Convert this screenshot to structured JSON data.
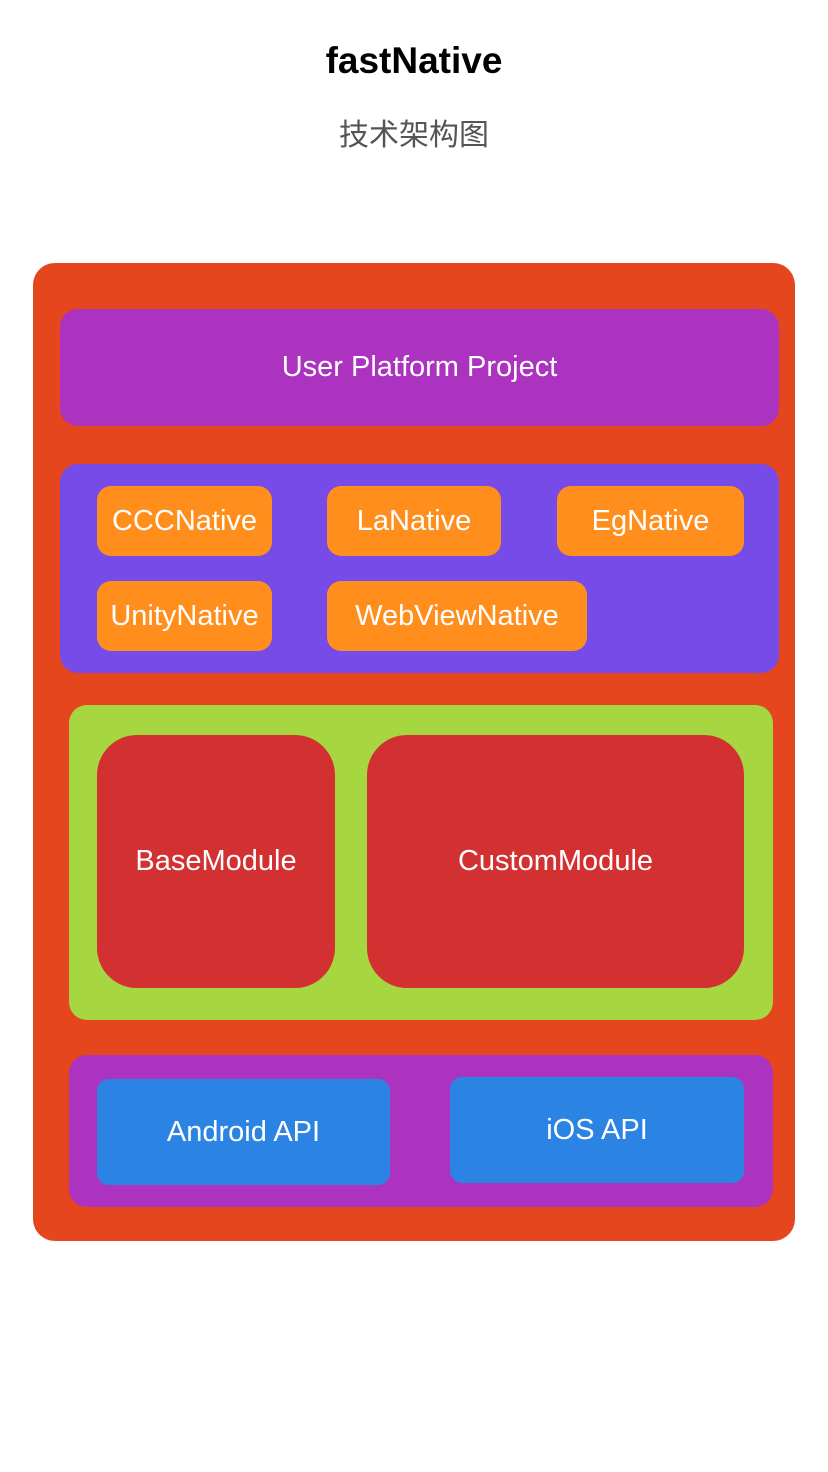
{
  "header": {
    "title": "fastNative",
    "subtitle": "技术架构图"
  },
  "colors": {
    "outer": "#E6461E",
    "platform_layer": "#AB33C0",
    "engine_layer": "#774BE8",
    "engine_chip": "#FF8E1D",
    "module_layer": "#A6D640",
    "module_box": "#D33031",
    "api_layer": "#AB33C0",
    "api_box": "#2B83E4"
  },
  "diagram": {
    "platform": {
      "label": "User Platform Project"
    },
    "engines": [
      {
        "label": "CCCNative"
      },
      {
        "label": "LaNative"
      },
      {
        "label": "EgNative"
      },
      {
        "label": "UnityNative"
      },
      {
        "label": "WebViewNative"
      }
    ],
    "modules": [
      {
        "label": "BaseModule"
      },
      {
        "label": "CustomModule"
      }
    ],
    "apis": [
      {
        "label": "Android API"
      },
      {
        "label": "iOS API"
      }
    ]
  }
}
